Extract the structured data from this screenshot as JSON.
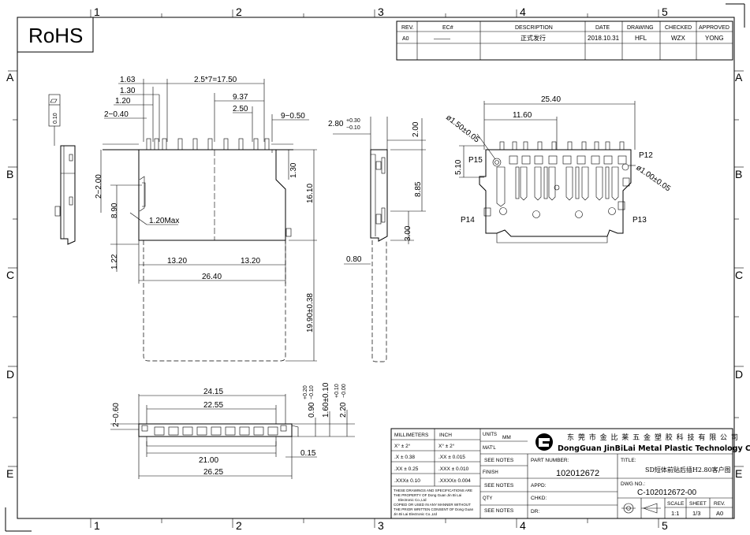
{
  "zones_top": [
    "1",
    "2",
    "3",
    "4",
    "5"
  ],
  "zones_side": [
    "A",
    "B",
    "C",
    "D",
    "E"
  ],
  "rohs": "RoHS",
  "revision": {
    "headers": [
      "REV.",
      "EC#",
      "DESCRIPTION",
      "DATE",
      "DRAWING",
      "CHECKED",
      "APPROVED"
    ],
    "row": [
      "A0",
      "———",
      "正式发行",
      "2018.10.31",
      "HFL",
      "WZX",
      "YONG"
    ]
  },
  "dims": {
    "d163": "1.63",
    "d130": "1.30",
    "d120": "1.20",
    "d2x040": "2−0.40",
    "d2575": "2.5*7=17.50",
    "d937": "9.37",
    "d250": "2.50",
    "d9x050": "9−0.50",
    "d2x200": "2−2.00",
    "d890": "8.90",
    "d120max": "1.20Max",
    "d130b": "1.30",
    "d1610": "16.10",
    "d122": "1.22",
    "d1320a": "13.20",
    "d1320b": "13.20",
    "d2640": "26.40",
    "d1990": "19.90±0.38",
    "d280": "2.80",
    "d280tol_up": "+0.30",
    "d280tol_dn": "−0.10",
    "d200": "2.00",
    "d885": "8.85",
    "d300": "3.00",
    "d080": "0.80",
    "d2540": "25.40",
    "d1160": "11.60",
    "dphi150": "ø1.50±0.05",
    "d510": "5.10",
    "dphi100": "ø1.00±0.05",
    "p15": "P15",
    "p12": "P12",
    "p14": "P14",
    "p13": "P13",
    "d2415": "24.15",
    "d2255": "22.55",
    "d2100": "21.00",
    "d2625": "26.25",
    "d015": "0.15",
    "d2x060": "2−0.60",
    "d090": "0.90",
    "d090tol_up": "+0.20",
    "d090tol_dn": "−0.10",
    "d160": "1.60±0.10",
    "d220": "2.20",
    "d220tol_up": "+0.10",
    "d220tol_dn": "−0.00",
    "flat": "0.10"
  },
  "title_block": {
    "mm_head": "MILLIMETERS",
    "inch_head": "INCH",
    "units": "UNITS",
    "units_val": "MM",
    "tol_rows": [
      [
        "X°  ±   2°",
        "X°  ±   2°"
      ],
      [
        ".X   ±  0.38",
        ".XX  ±  0.015"
      ],
      [
        ".XX ±  0.25",
        ".XXX ±  0.010"
      ],
      [
        ".XXX±  0.10",
        ".XXXX±  0.004"
      ]
    ],
    "matl": "MAT'L",
    "see_notes": "SEE NOTES",
    "finish": "FINISH",
    "qty": "QTY",
    "note_lines": [
      "THESE DRAWINGS AND SPECIFICATIONS ARE",
      "THE PROPERTY OF Dong Guan Jin Bi Lai",
      "Electronic Co.,Ltd",
      "COPIED OR USED IN ANY MANNER WITHOUT",
      "THE PRIOR WRITTEN CONSENT OF Dong Guan",
      "Jin Bi Lai  Electronic Co.,Ltd"
    ],
    "company_cn": "东 莞 市 金 比 莱 五 金 塑 胶 科 技 有 限 公 司",
    "company_en": "DongGuan JinBiLai Metal Plastic Technology Co.,Ltd",
    "part_label": "PART NUMBER:",
    "part_no": "102012672",
    "title_label": "TITLE:",
    "title_val": "SD短体前贴后插H2.80客户图",
    "appd": "APPD:",
    "chkd": "CHKD:",
    "dr": "DR:",
    "dwg_label": "DWG NO.:",
    "dwg_no": "C-102012672-00",
    "scale_h": "SCALE",
    "sheet_h": "SHEET",
    "rev_h": "REV.",
    "scale": "1:1",
    "sheet": "1/3",
    "rev": "A0"
  }
}
